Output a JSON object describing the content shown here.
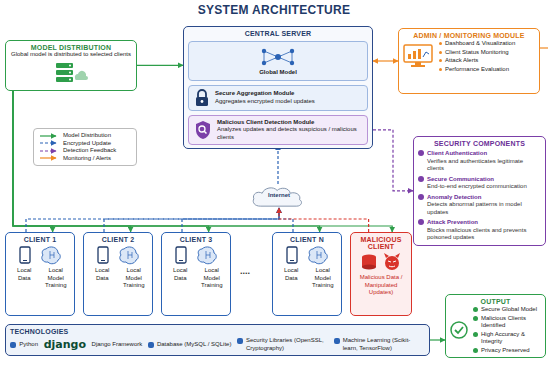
{
  "diagram": {
    "title": "SYSTEM ARCHITECTURE",
    "nodes": [
      {
        "text": [
          "MODEL DISTRIBUTION",
          "Global model is distributed to selected clients"
        ]
      },
      {
        "text": [
          "CENTRAL SERVER"
        ]
      },
      {
        "text": [
          "Global Model"
        ],
        "in": 1
      },
      {
        "text": [
          "Secure Aggregation Module",
          "Aggregates encrypted model updates"
        ],
        "in": 1
      },
      {
        "text": [
          "Malicious Client Detection Module",
          "Analyzes updates and detects suspicious / malicious clients"
        ],
        "in": 1
      },
      {
        "text": [
          "ADMIN / MONITORING MODULE",
          "Dashboard & Visualization",
          "Client Status Monitoring",
          "Attack Alerts",
          "Performance Evaluation"
        ]
      },
      {
        "text": [
          "SECURITY COMPONENTS",
          "Client Authentication",
          "Verifies and authenticates legitimate clients",
          "Secure Communication",
          "End-to-end encrypted communication",
          "Anomaly Detection",
          "Detects abnormal patterns in model updates",
          "Attack Prevention",
          "Blocks malicious clients and prevents poisoned updates"
        ]
      },
      {
        "text": [
          "Internet"
        ]
      },
      {
        "text": [
          "CLIENT 1",
          "Local Data",
          "Local Model Training"
        ]
      },
      {
        "text": [
          "CLIENT 2",
          "Local Data",
          "Local Model Training"
        ]
      },
      {
        "text": [
          "CLIENT 3",
          "Local Data",
          "Local Model Training"
        ]
      },
      {
        "text": [
          "CLIENT N",
          "Local Data",
          "Local Model Training"
        ]
      },
      {
        "text": [
          "MALICIOUS CLIENT",
          "Malicious Data / Manipulated Updates)"
        ]
      },
      {
        "text": [
          "TECHNOLOGIES",
          "Python",
          "django",
          "Django Framework",
          "Database (MySQL / SQLite)",
          "Security Libraries (OpenSSL, Cryptography)",
          "Machine Learning (Scikit-learn, TensorFlow)"
        ]
      },
      {
        "text": [
          "OUTPUT",
          "Secure Global Model",
          "Malicious Clients Identified",
          "High Accuracy & Integrity",
          "Privacy Preserved"
        ]
      }
    ],
    "edges": [
      {
        "from": 0,
        "to": 1,
        "arrow": "to"
      },
      {
        "from": 1,
        "to": 5,
        "arrow": "both"
      },
      {
        "from": 0,
        "to": 8,
        "arrow": "to"
      },
      {
        "from": 0,
        "to": 9,
        "arrow": "to"
      },
      {
        "from": 0,
        "to": 10,
        "arrow": "to"
      },
      {
        "from": 0,
        "to": 11,
        "arrow": "to"
      },
      {
        "from": 0,
        "to": 12,
        "arrow": "to"
      },
      {
        "from": 8,
        "to": 7,
        "arrow": "to"
      },
      {
        "from": 9,
        "to": 7,
        "arrow": "to"
      },
      {
        "from": 10,
        "to": 7,
        "arrow": "to"
      },
      {
        "from": 11,
        "to": 7,
        "arrow": "to"
      },
      {
        "from": 12,
        "to": 7,
        "arrow": "to"
      },
      {
        "from": 7,
        "to": 4,
        "arrow": "to"
      },
      {
        "from": 4,
        "to": 6,
        "arrow": "to"
      },
      {
        "from": 13,
        "to": 14,
        "arrow": "to"
      }
    ],
    "labels": [
      "...."
    ],
    "legend": [
      {
        "text": "Model Distribution"
      },
      {
        "text": "Encrypted Update"
      },
      {
        "text": "Detection Feedback"
      },
      {
        "text": "Monitoring / Alerts"
      }
    ]
  }
}
